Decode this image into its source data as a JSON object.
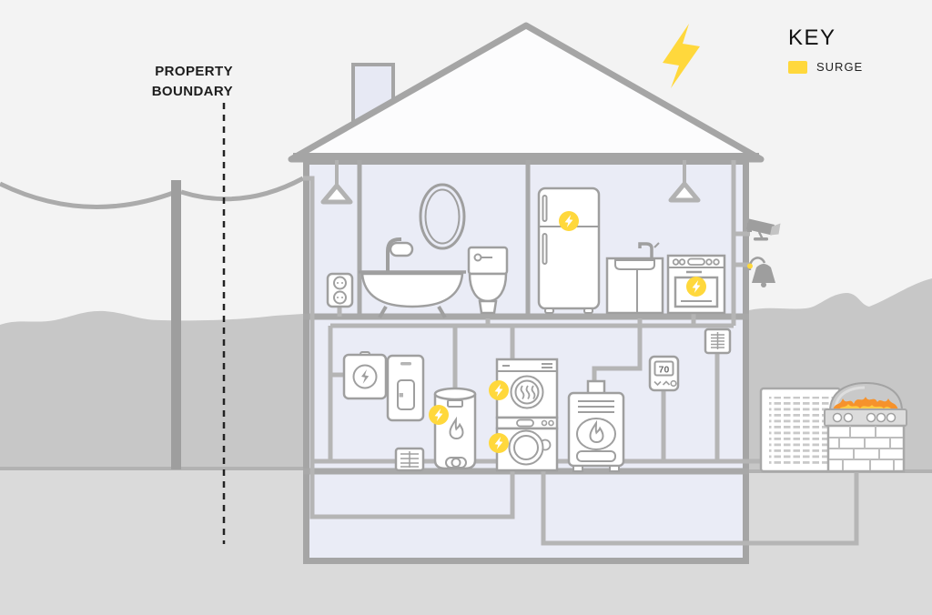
{
  "scene": {
    "property_boundary_label": "PROPERTY\nBOUNDARY",
    "key": {
      "title": "KEY",
      "items": [
        {
          "label": "SURGE",
          "color": "#FFD83C"
        }
      ]
    },
    "thermostat": {
      "value": "70"
    },
    "colors": {
      "surge_yellow": "#FFD83C",
      "flame_orange": "#F6922C",
      "flame_core": "#FFCC43",
      "sky": "#f3f3f3",
      "hill": "#c7c7c7",
      "foreground": "#dadada",
      "wall": "#a5a5a5",
      "wire": "#b5b5b5",
      "interior": "#eaecf6"
    },
    "surge_protected_items": [
      "refrigerator",
      "oven",
      "water-heater",
      "dryer",
      "washing-machine"
    ],
    "diagram_elements": [
      "utility-pole",
      "power-lines",
      "property-boundary-line",
      "chimney",
      "roof",
      "pendant-lamp",
      "wall-outlet",
      "mirror",
      "bathtub",
      "toilet",
      "refrigerator",
      "kitchen-sink",
      "oven",
      "electric-meter",
      "breaker-panel",
      "water-heater",
      "floor-vent",
      "dryer",
      "washing-machine",
      "furnace",
      "thermostat",
      "wall-vent",
      "security-camera",
      "exterior-light",
      "ac-unit",
      "brick-grill"
    ]
  }
}
